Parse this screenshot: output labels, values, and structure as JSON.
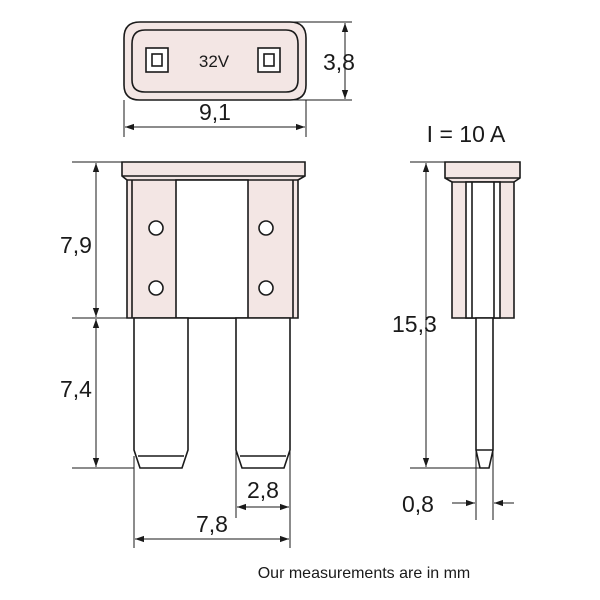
{
  "top_view": {
    "voltage_label": "32V"
  },
  "dimensions": {
    "top_width": "9,1",
    "top_height": "3,8",
    "body_height": "7,9",
    "blade_height": "7,4",
    "blade_width": "2,8",
    "blade_span": "7,8",
    "side_height": "15,3",
    "blade_thickness": "0,8"
  },
  "rating": "I = 10 A",
  "footnote": "Our measurements are in mm",
  "colors": {
    "body_fill": "#f3e6e4",
    "line": "#1a1a1a"
  }
}
